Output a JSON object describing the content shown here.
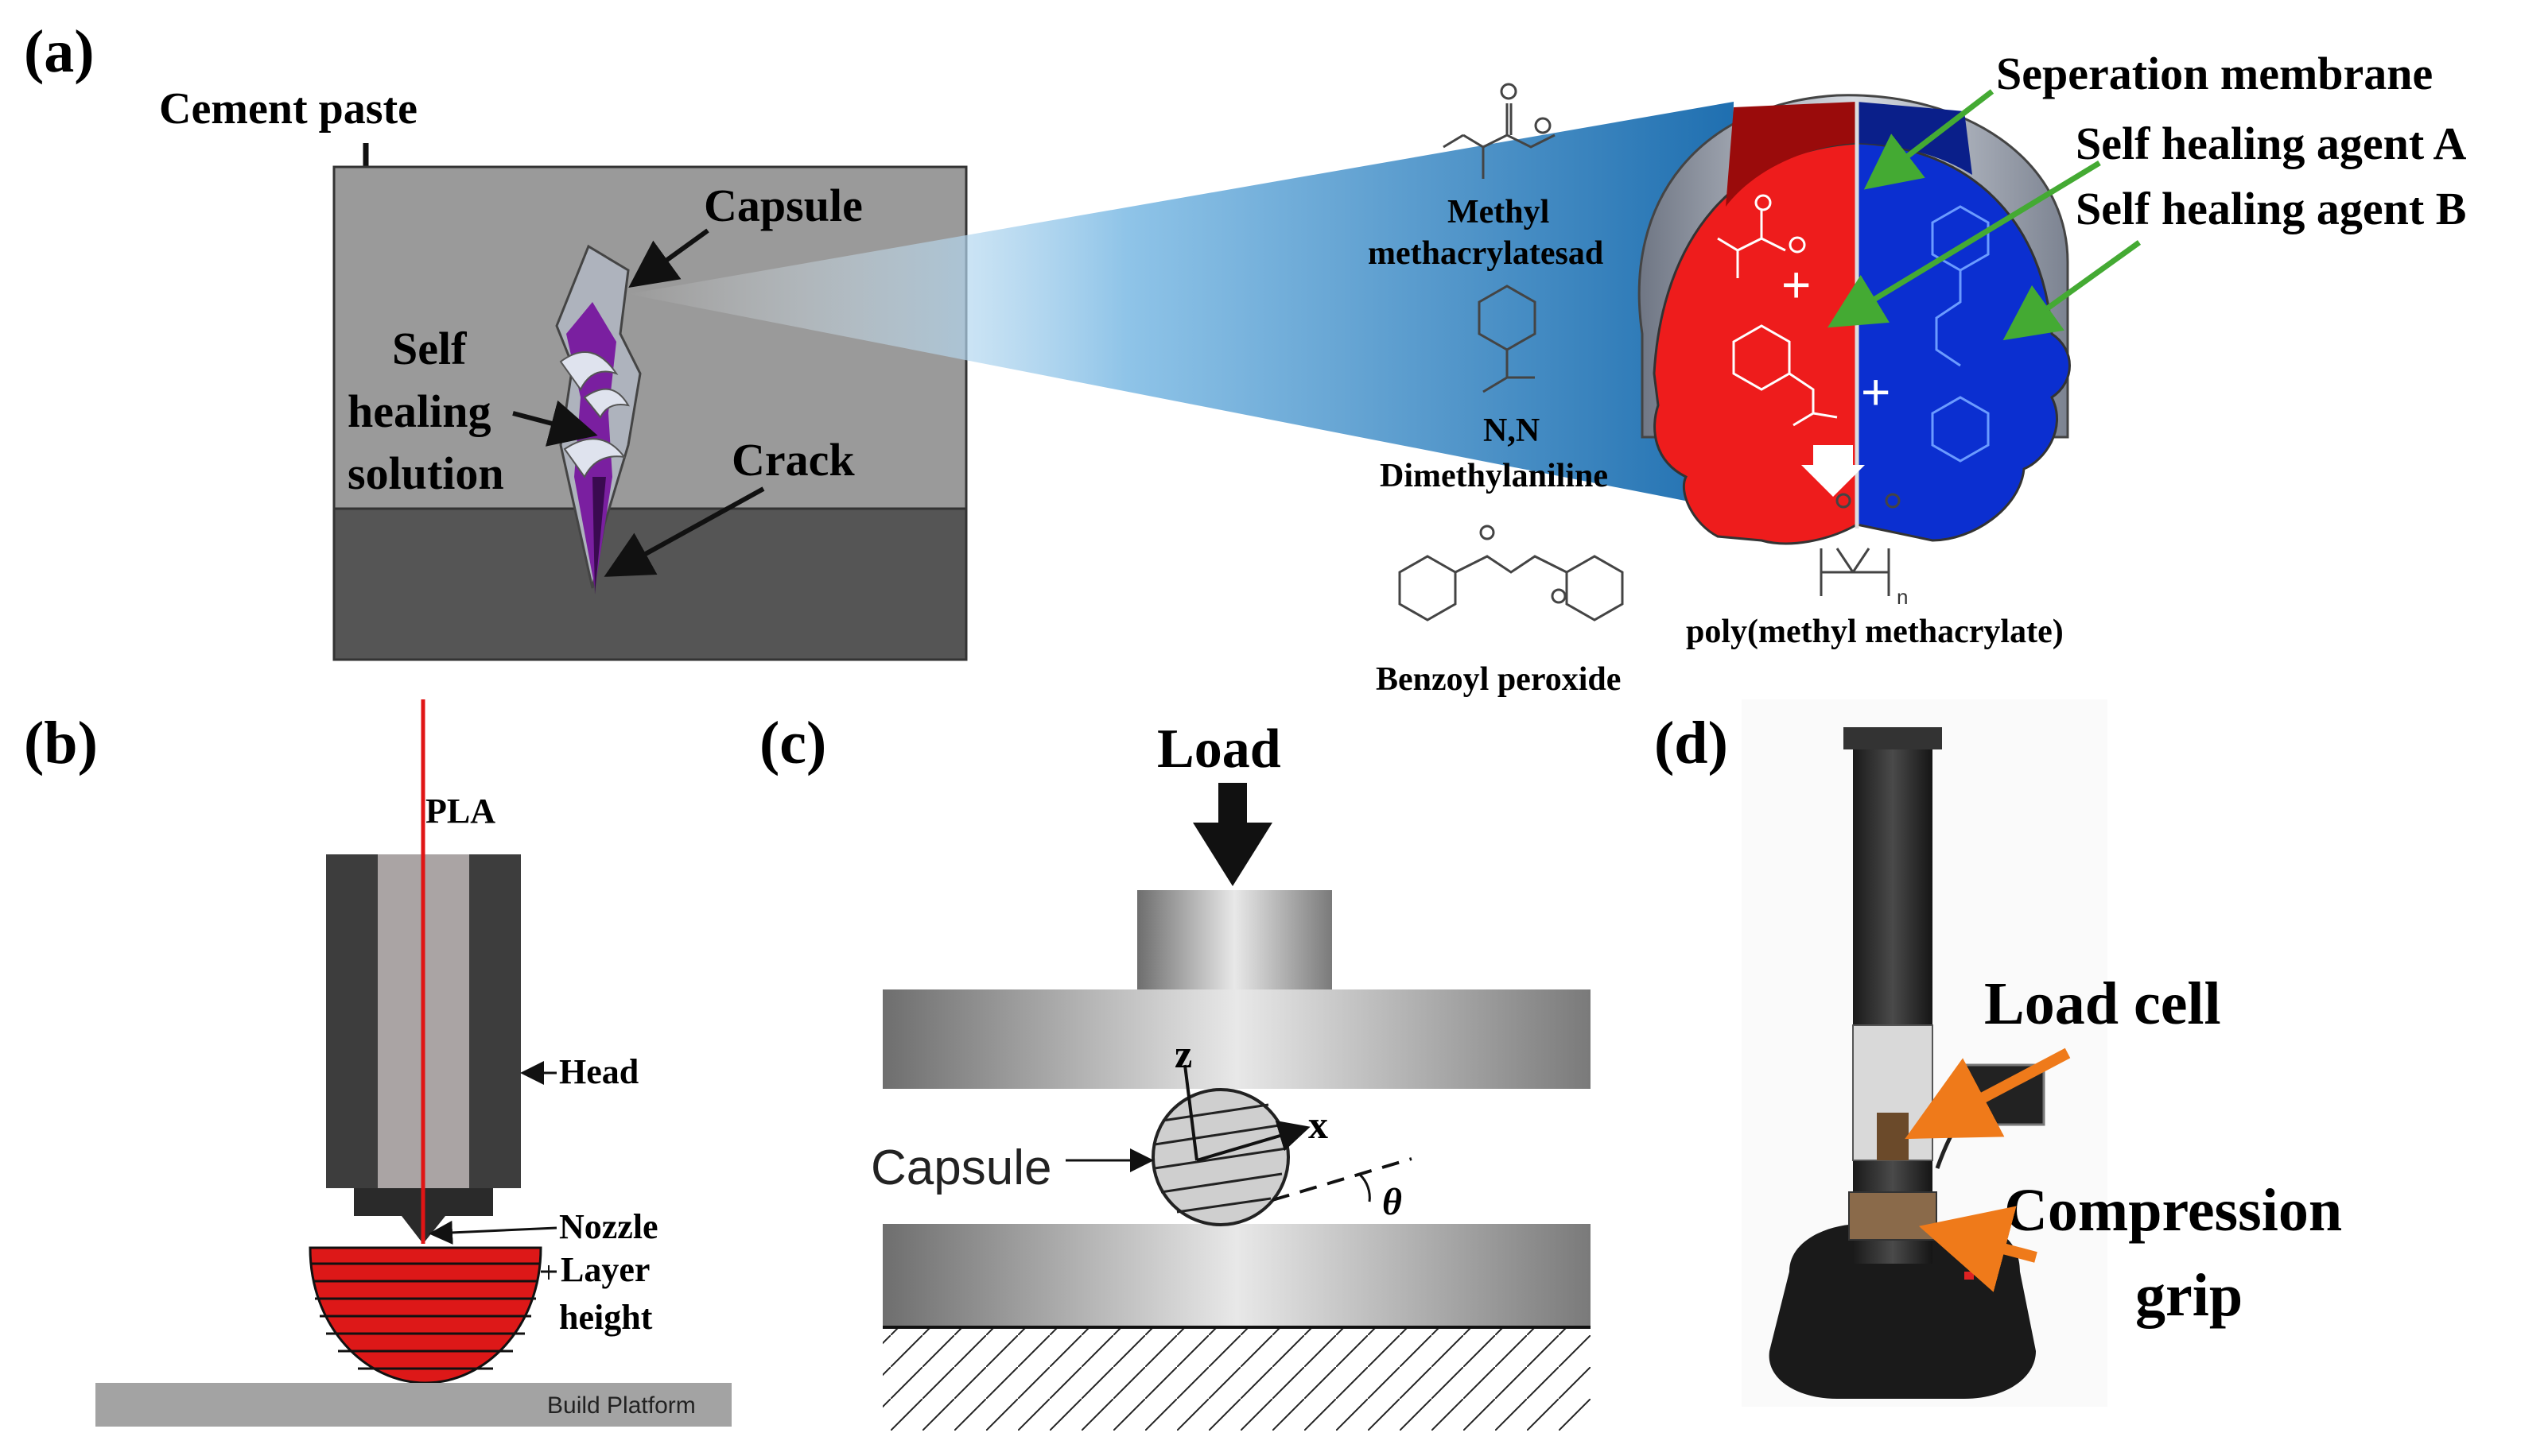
{
  "panels": {
    "a": {
      "label": "(a)",
      "cement_paste": "Cement paste",
      "capsule": "Capsule",
      "self_healing_solution": [
        "Self",
        "healing",
        "solution"
      ],
      "crack": "Crack",
      "seperation_membrane": "Seperation membrane",
      "agent_a": "Self healing agent A",
      "agent_b": "Self healing agent B",
      "methyl_methacrylate": [
        "Methyl",
        "methacrylatesad"
      ],
      "dimethylaniline": [
        "N,N",
        "Dimethylaniline"
      ],
      "benzoyl_peroxide": "Benzoyl peroxide",
      "pmma": "poly(methyl methacrylate)",
      "plus": "+",
      "subscript_n": "n"
    },
    "b": {
      "label": "(b)",
      "pla": "PLA",
      "head": "Head",
      "nozzle": "Nozzle",
      "layer_height": [
        "Layer",
        "height"
      ],
      "build_platform": "Build Platform"
    },
    "c": {
      "label": "(c)",
      "load": "Load",
      "capsule": "Capsule",
      "z": "z",
      "x": "x",
      "theta": "θ"
    },
    "d": {
      "label": "(d)",
      "load_cell": "Load cell",
      "compression_grip": [
        "Compression",
        "grip"
      ]
    }
  },
  "colors": {
    "cement": "#9a9a9a",
    "substrate": "#555555",
    "healing": "#7a1fa0",
    "agent_a": "#ee1c1c",
    "agent_b": "#0b2fd0",
    "arrow_green": "#44aa33",
    "arrow_orange": "#ef7a1a",
    "pla_line": "#e01515",
    "layers": "#dd1818"
  }
}
